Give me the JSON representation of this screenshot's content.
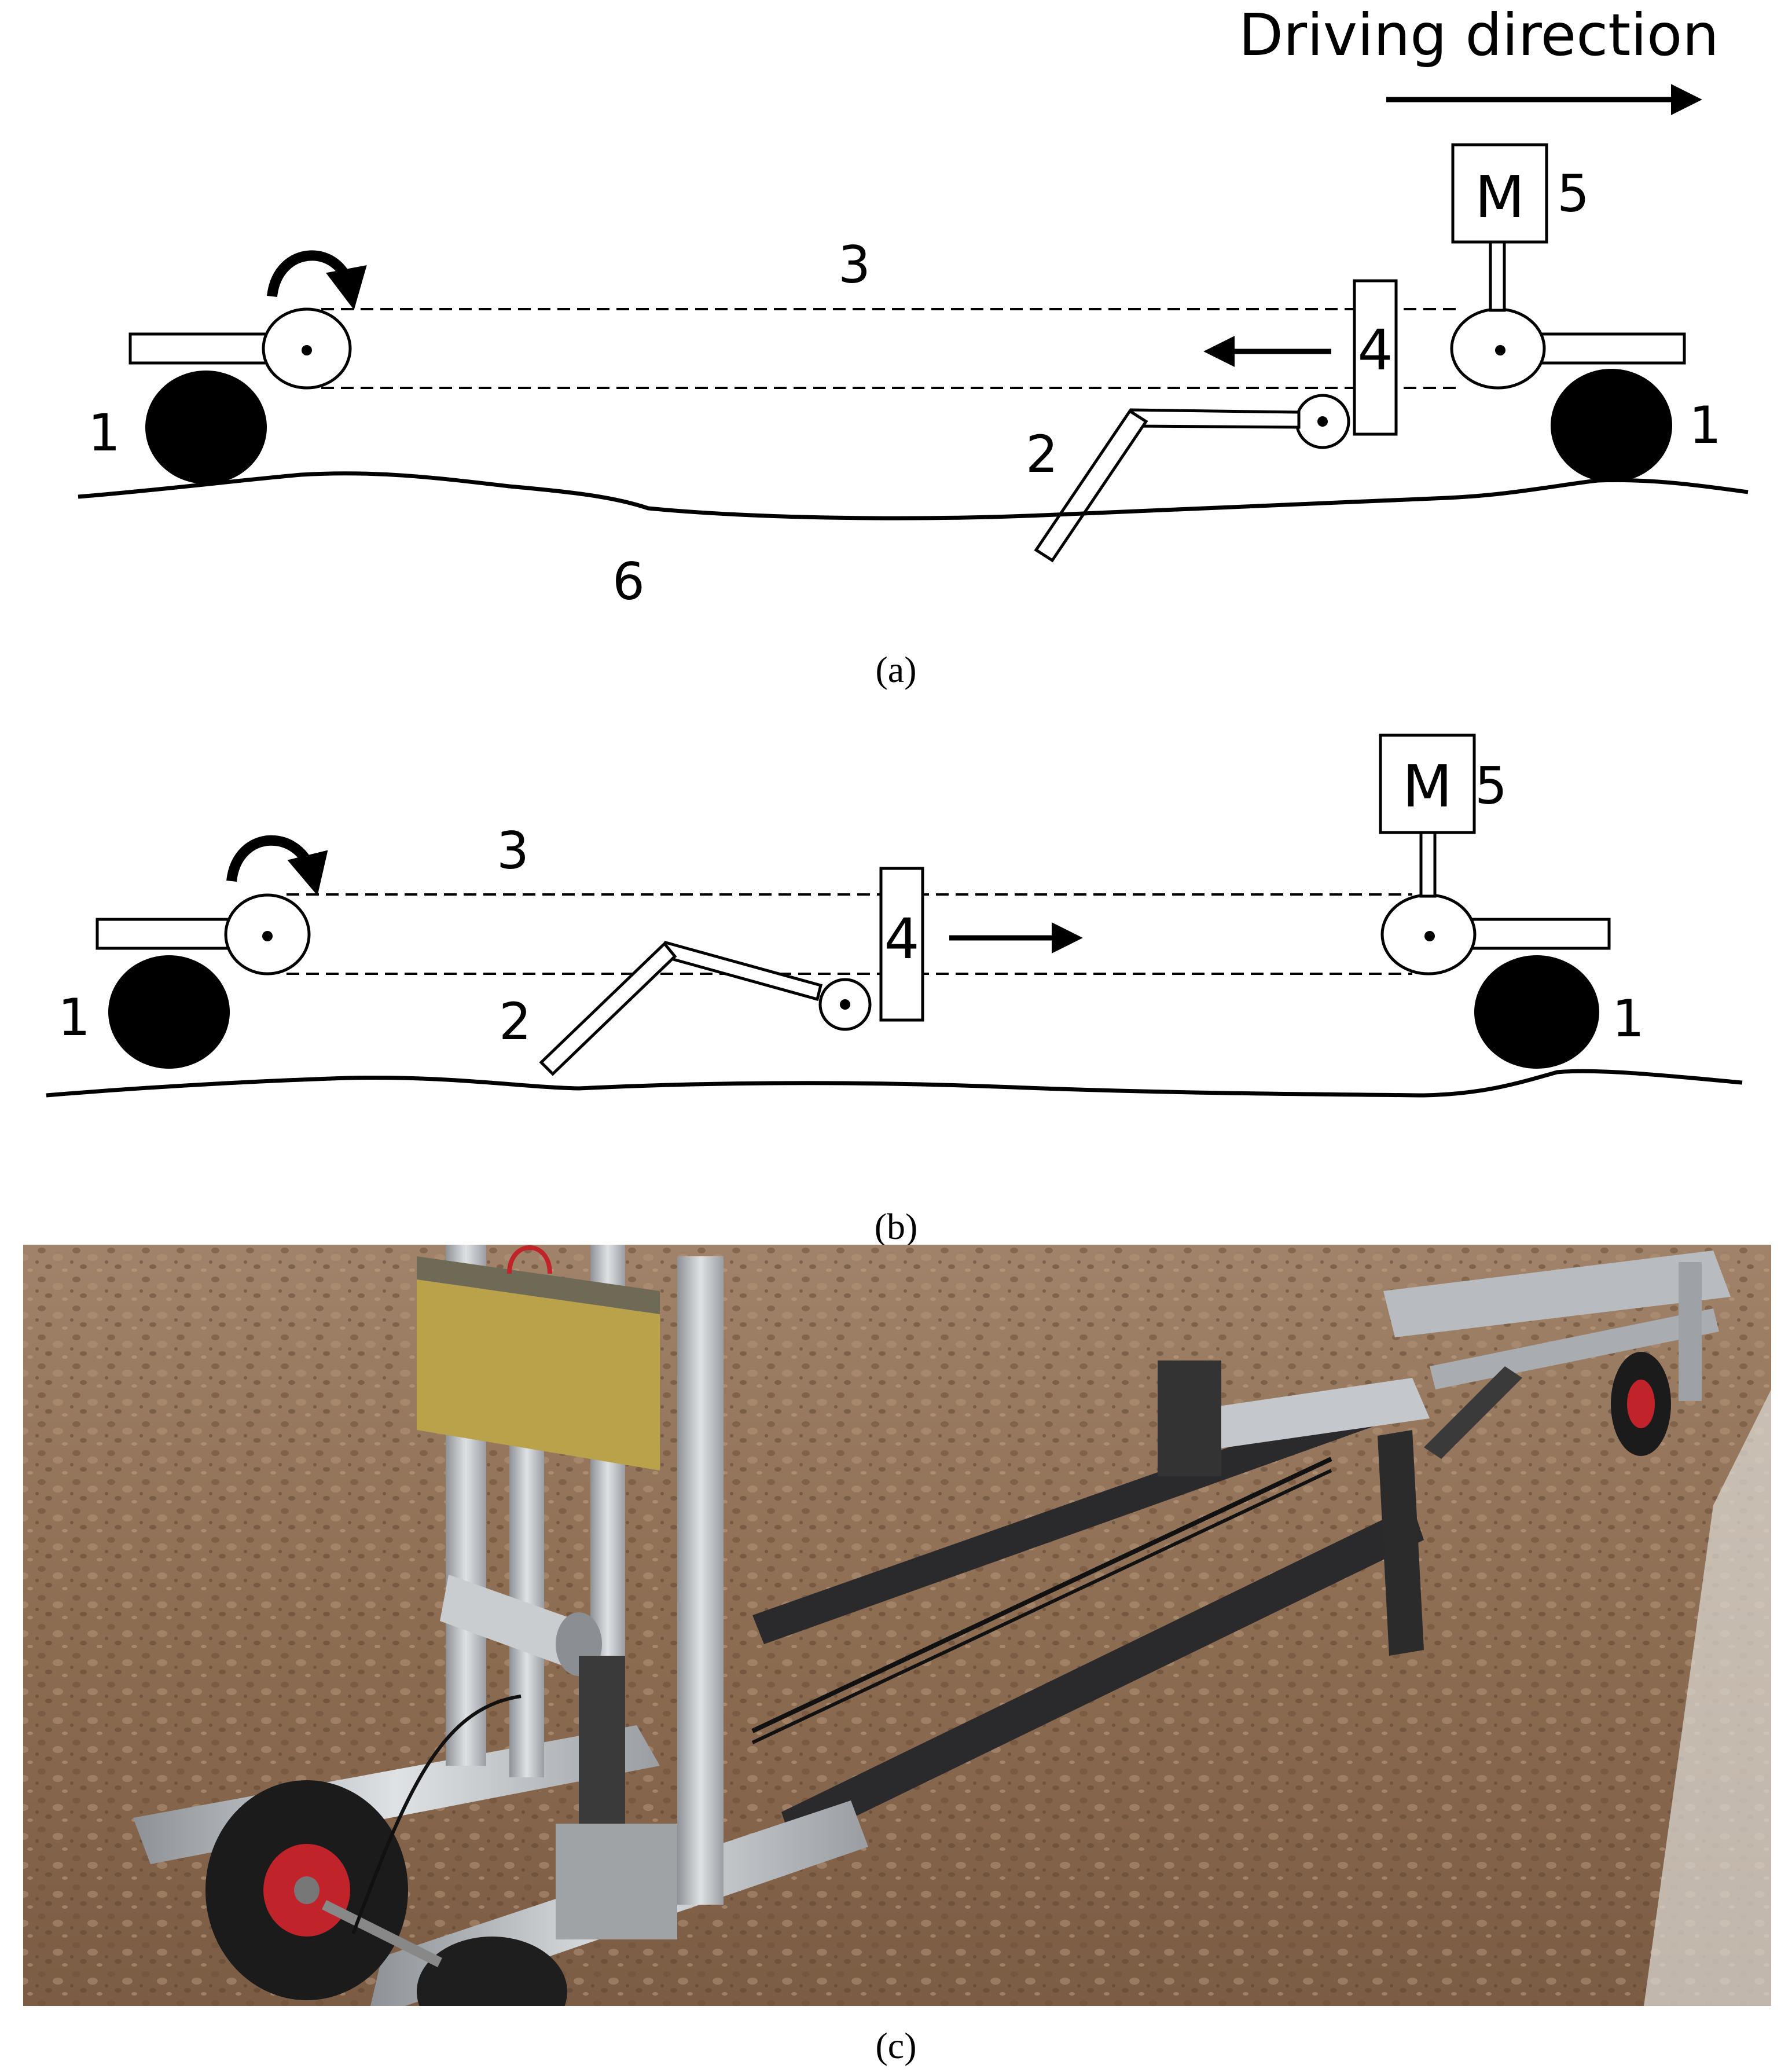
{
  "panel_a": {
    "direction_label": "Driving direction",
    "labels": {
      "wheel_left": "1",
      "wheel_right": "1",
      "tool": "2",
      "chain": "3",
      "carriage": "4",
      "motor_num": "5",
      "motor": "M",
      "soil": "6"
    },
    "caption": "(a)"
  },
  "panel_b": {
    "labels": {
      "wheel_left": "1",
      "wheel_right": "1",
      "tool": "2",
      "chain": "3",
      "carriage": "4",
      "motor_num": "5",
      "motor": "M"
    },
    "caption": "(b)"
  },
  "panel_c": {
    "caption": "(c)"
  },
  "colors": {
    "ink": "#000000",
    "soil_photo": "#8a6a50",
    "aluminium": "#b8bcc0",
    "steel_tube": "#2a2a2c",
    "battery": "#b9a24a",
    "wheel_hub": "#c0242a"
  }
}
